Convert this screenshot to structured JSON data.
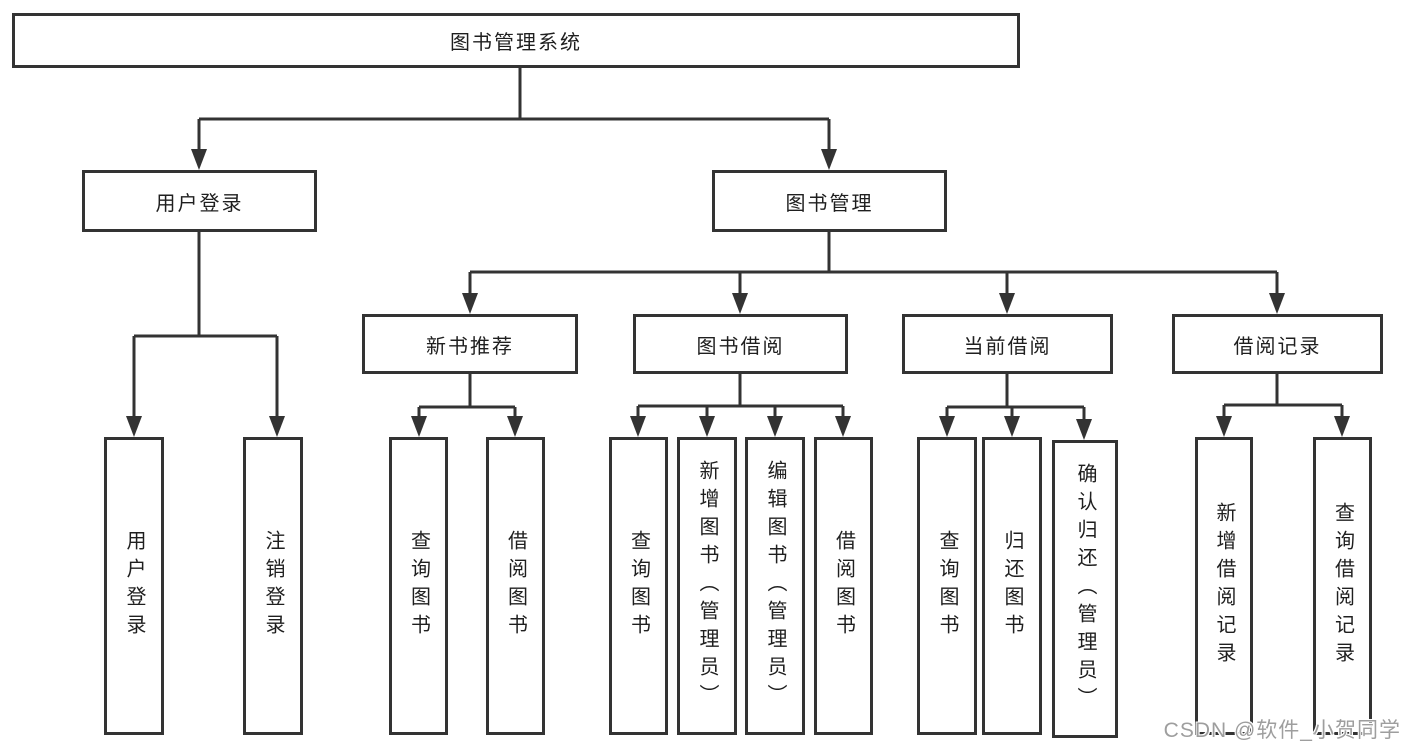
{
  "diagram": {
    "root": "图书管理系统",
    "level2": {
      "login": "用户登录",
      "mgmt": "图书管理"
    },
    "level3": {
      "newbook": "新书推荐",
      "borrow": "图书借阅",
      "current": "当前借阅",
      "records": "借阅记录"
    },
    "leaves": {
      "user_login": "用户登录",
      "logout": "注销登录",
      "nb_query": "查询图书",
      "nb_borrow": "借阅图书",
      "bw_query": "查询图书",
      "bw_add": "新增图书（管理员）",
      "bw_edit": "编辑图书（管理员）",
      "bw_borrow": "借阅图书",
      "cur_query": "查询图书",
      "cur_return": "归还图书",
      "cur_confirm": "确认归还（管理员）",
      "rec_add": "新增借阅记录",
      "rec_query": "查询借阅记录"
    },
    "watermark": "CSDN @软件_小贺同学",
    "colors": {
      "line": "#333333",
      "text": "#1f1f1f",
      "watermark": "#9e9e9e",
      "background": "#ffffff"
    }
  }
}
